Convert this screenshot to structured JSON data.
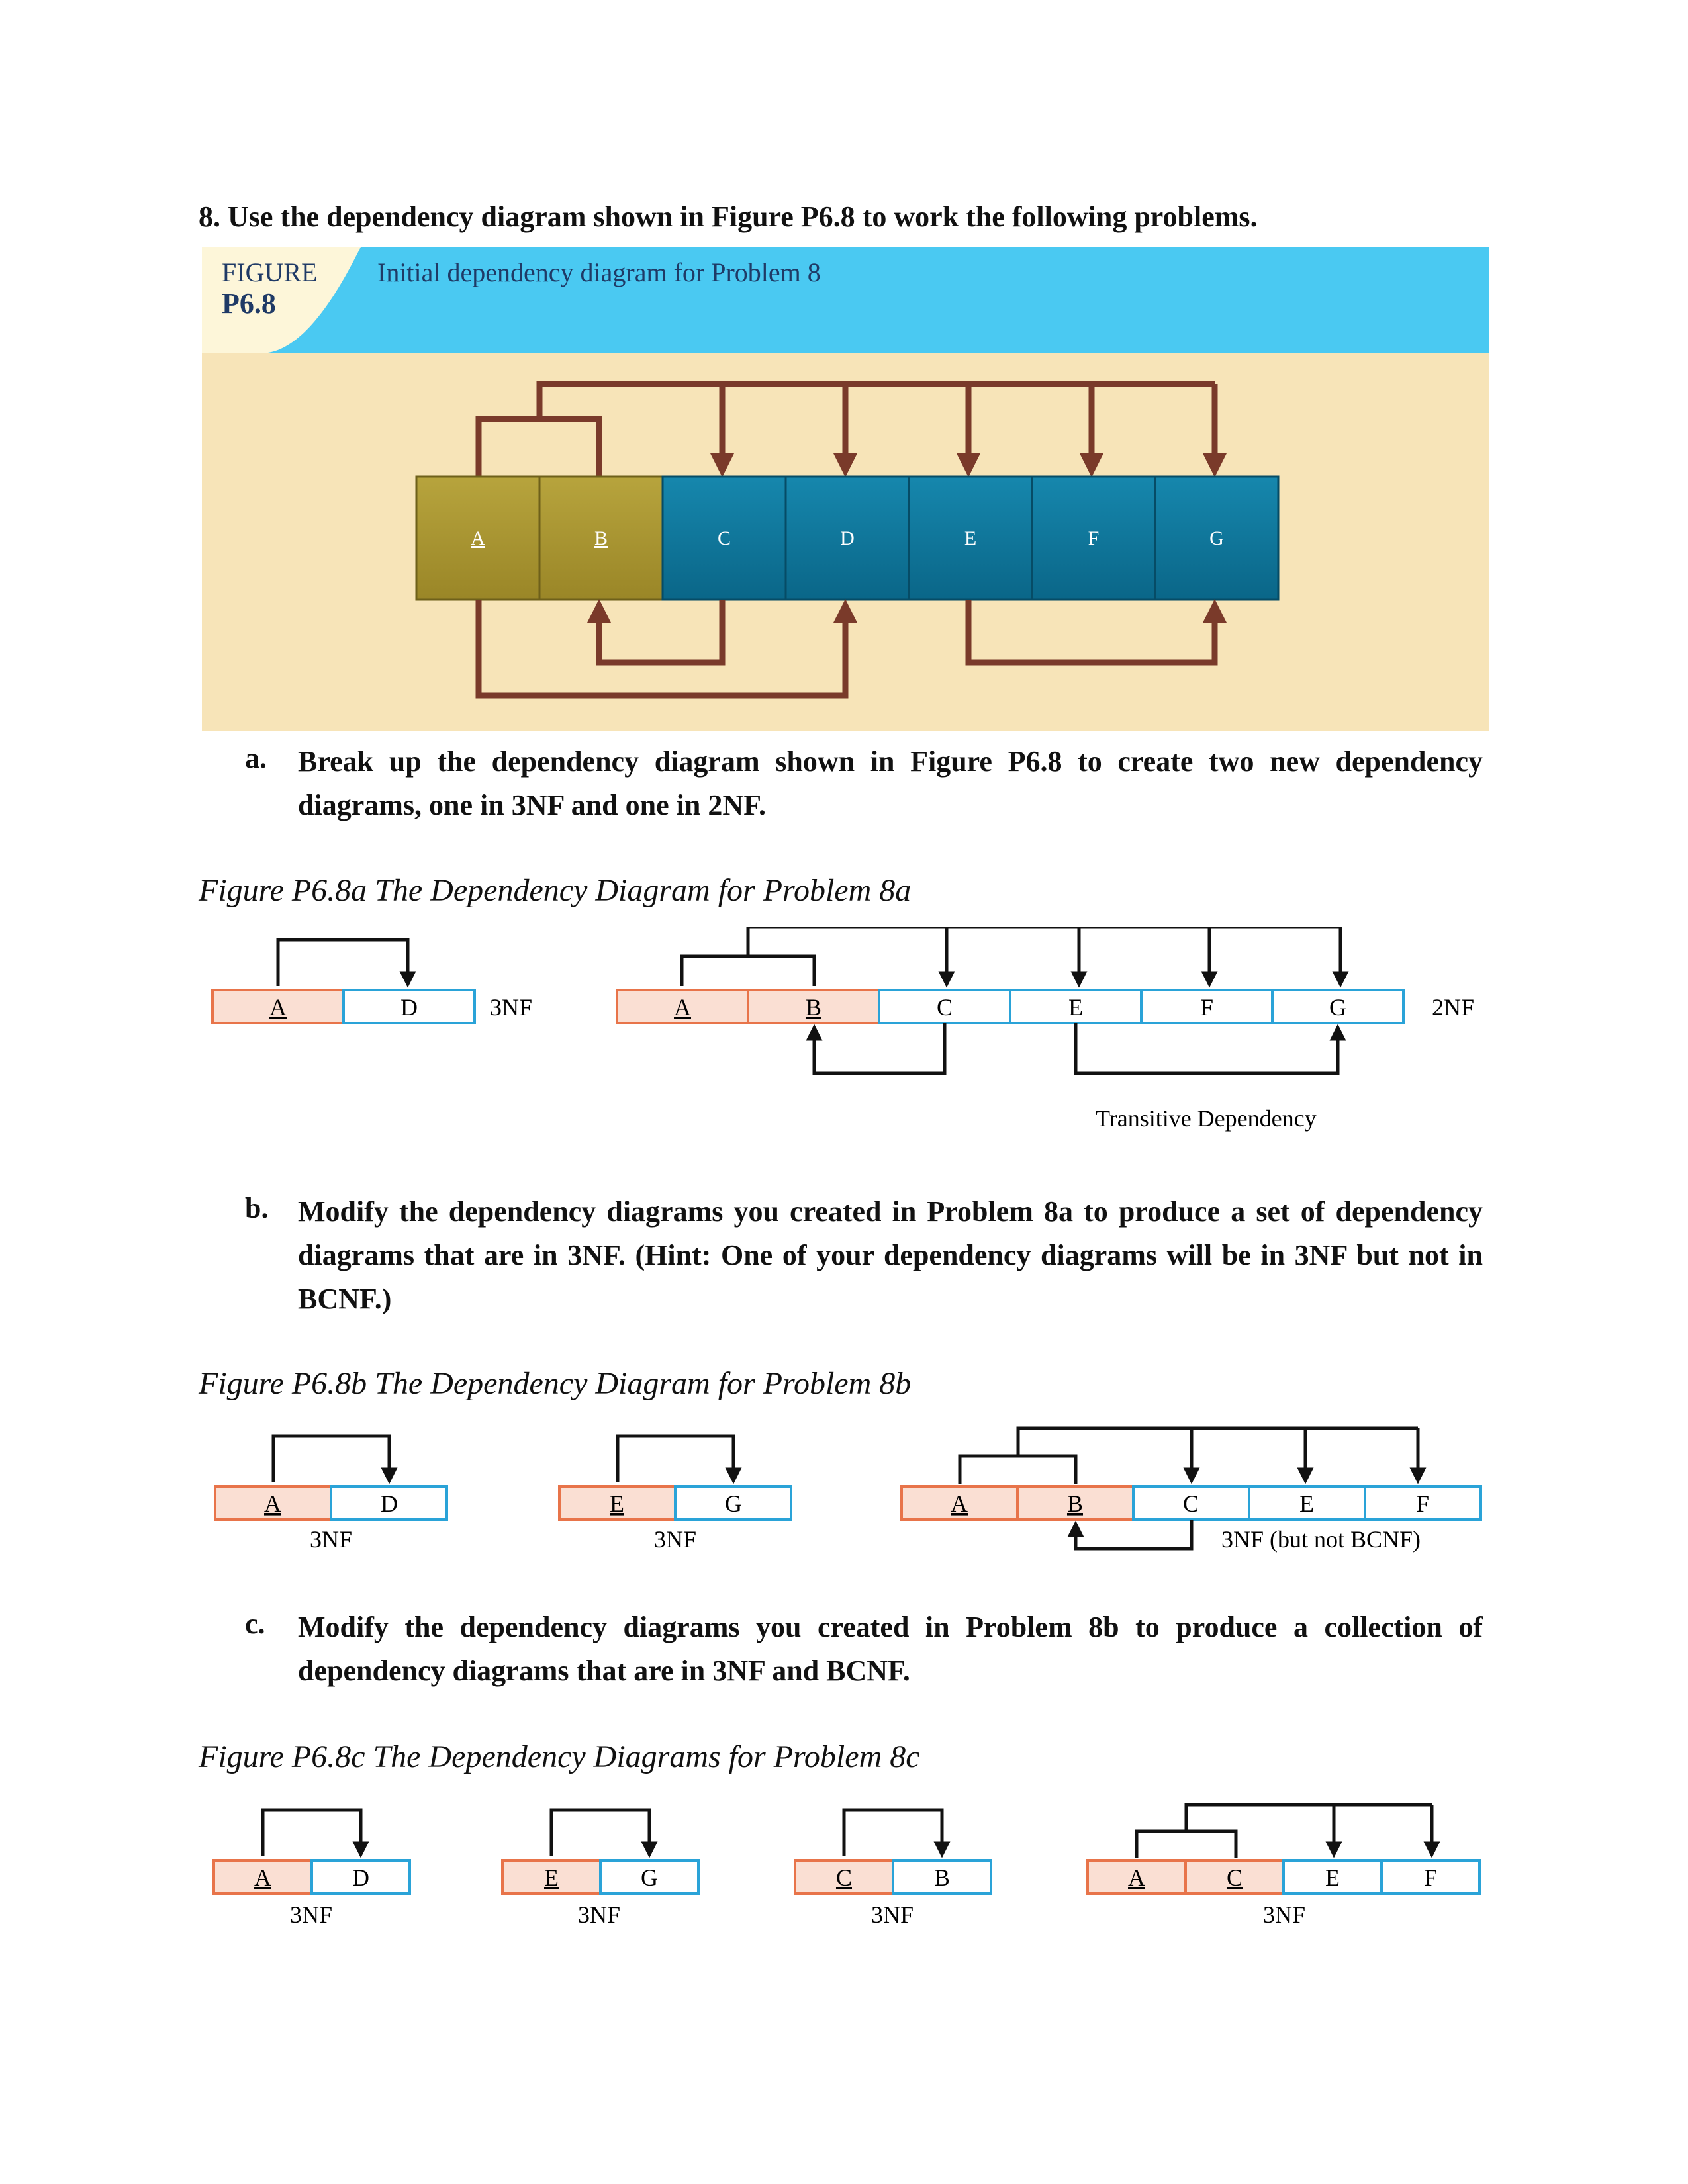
{
  "heading": "8. Use the dependency diagram shown in Figure P6.8 to work the following problems.",
  "figure_main": {
    "label_line1": "FIGURE",
    "label_line2": "P6.8",
    "title": "Initial dependency diagram for Problem 8",
    "attributes": [
      "A",
      "B",
      "C",
      "D",
      "E",
      "F",
      "G"
    ],
    "colors": {
      "header_blue": "#4ac9f2",
      "panel_bg": "#f7e4b8",
      "key_olive": "#a8942f",
      "nonkey_teal": "#0c7295",
      "arrow_brown": "#7a3a2a",
      "label_badge": "#fdf6d9"
    }
  },
  "part_a": {
    "letter": "a.",
    "text": "Break up the dependency diagram shown in Figure P6.8 to create two new dependency diagrams, one in 3NF and one in 2NF.",
    "caption": "Figure P6.8a The Dependency Diagram for Problem 8a",
    "diagram1": {
      "cells": [
        "A",
        "D"
      ],
      "label": "3NF"
    },
    "diagram2": {
      "cells": [
        "A",
        "B",
        "C",
        "E",
        "F",
        "G"
      ],
      "label": "2NF",
      "note": "Transitive Dependency"
    }
  },
  "part_b": {
    "letter": "b.",
    "text": "Modify the dependency diagrams you created in Problem 8a to produce a set of dependency diagrams that are in 3NF. (Hint: One of your dependency diagrams will be in 3NF but not in BCNF.)",
    "caption": "Figure P6.8b The Dependency Diagram for Problem 8b",
    "diagram1": {
      "cells": [
        "A",
        "D"
      ],
      "label": "3NF"
    },
    "diagram2": {
      "cells": [
        "E",
        "G"
      ],
      "label": "3NF"
    },
    "diagram3": {
      "cells": [
        "A",
        "B",
        "C",
        "E",
        "F"
      ],
      "label": "3NF (but not BCNF)"
    }
  },
  "part_c": {
    "letter": "c.",
    "text": "Modify the dependency diagrams you created in Problem 8b to produce a collection of dependency diagrams that are in 3NF and BCNF.",
    "caption": "Figure P6.8c The Dependency Diagrams for Problem 8c",
    "diagram1": {
      "cells": [
        "A",
        "D"
      ],
      "label": "3NF"
    },
    "diagram2": {
      "cells": [
        "E",
        "G"
      ],
      "label": "3NF"
    },
    "diagram3": {
      "cells": [
        "C",
        "B"
      ],
      "label": "3NF"
    },
    "diagram4": {
      "cells": [
        "A",
        "C",
        "E",
        "F"
      ],
      "label": "3NF"
    }
  },
  "colors": {
    "key_fill": "#fadfd3",
    "key_border": "#e8744a",
    "nonkey_border": "#2aa3d8",
    "line": "#111111"
  }
}
